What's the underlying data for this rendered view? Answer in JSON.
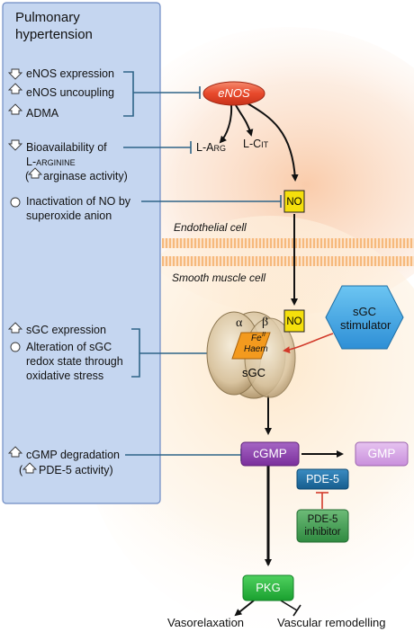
{
  "colors": {
    "panel_fill": "#c5d6f0",
    "panel_border": "#6f8cc4",
    "inhibit_line": "#2e6488",
    "enos_red": "#e84a2c",
    "no_yellow": "#f5df0c",
    "sgc_stimulator_blue": "#2e9fe0",
    "cgmp_purple": "#8e3fb0",
    "gmp_lavender": "#d7a5e6",
    "pde5_blue": "#1d6ea5",
    "pde5_inhibitor_green": "#3e9a4e",
    "pkg_green": "#22b53a",
    "haem_orange": "#f39a1e",
    "membrane": "#f6b97c",
    "stimulator_arrow": "#d23a2a"
  },
  "panel": {
    "title": "Pulmonary hypertension",
    "factors": [
      {
        "icon": "up-arrow-icon",
        "text": "eNOS expression"
      },
      {
        "icon": "down-arrow-icon",
        "text": "eNOS uncoupling"
      },
      {
        "icon": "down-arrow-icon",
        "text": "ADMA"
      },
      {
        "icon": "up-arrow-icon",
        "line1": "Bioavailability of",
        "line2": "L-arginine",
        "line3": "arginase activity)",
        "line3_prefix": "("
      },
      {
        "icon": "circle-icon",
        "line1": "Inactivation of NO by",
        "line2": "superoxide anion"
      },
      {
        "icon": "up-arrow-icon",
        "text": "sGC expression"
      },
      {
        "icon": "circle-icon",
        "line1": "Alteration of sGC",
        "line2": "redox state through",
        "line3": "oxidative stress"
      },
      {
        "icon": "down-arrow-icon",
        "text": "cGMP degradation"
      },
      {
        "prefix": "(",
        "icon": "down-arrow-icon",
        "text": "PDE-5 activity)"
      }
    ]
  },
  "pathway": {
    "enos": "eNOS",
    "l_arg": "L-Arg",
    "l_cit": "L-Cit",
    "no": "NO",
    "endothelial_cell": "Endothelial cell",
    "smooth_muscle_cell": "Smooth muscle cell",
    "sgc_stimulator": "sGC stimulator",
    "alpha": "α",
    "beta": "β",
    "fe": "Fe",
    "fe_sup": "II",
    "haem": "Haem",
    "sgc": "sGC",
    "cgmp": "cGMP",
    "gmp": "GMP",
    "pde5": "PDE-5",
    "pde5_inhibitor_line1": "PDE-5",
    "pde5_inhibitor_line2": "inhibitor",
    "pkg": "PKG",
    "vasorelaxation": "Vasorelaxation",
    "vascular_remodelling": "Vascular remodelling"
  }
}
